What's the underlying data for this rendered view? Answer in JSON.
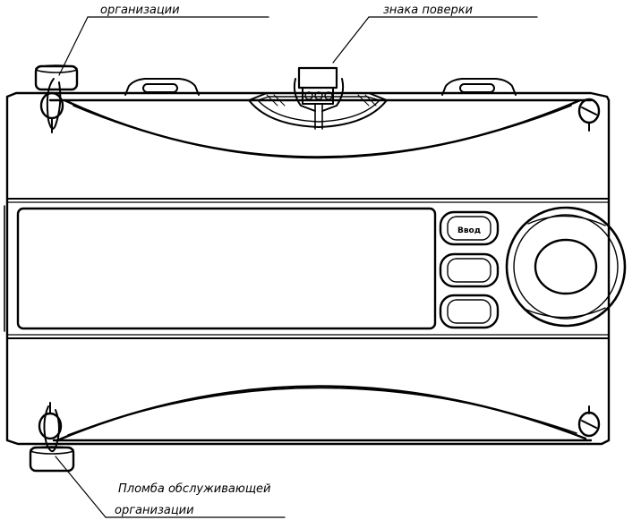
{
  "labels": {
    "top_left_text": "организации",
    "top_right_text": "знака поверки",
    "bottom_line1": "Пломба обслуживающей",
    "bottom_line2": "организации"
  },
  "button_1_text": "Ввод",
  "colors": {
    "line": "#000000",
    "background": "#ffffff"
  }
}
